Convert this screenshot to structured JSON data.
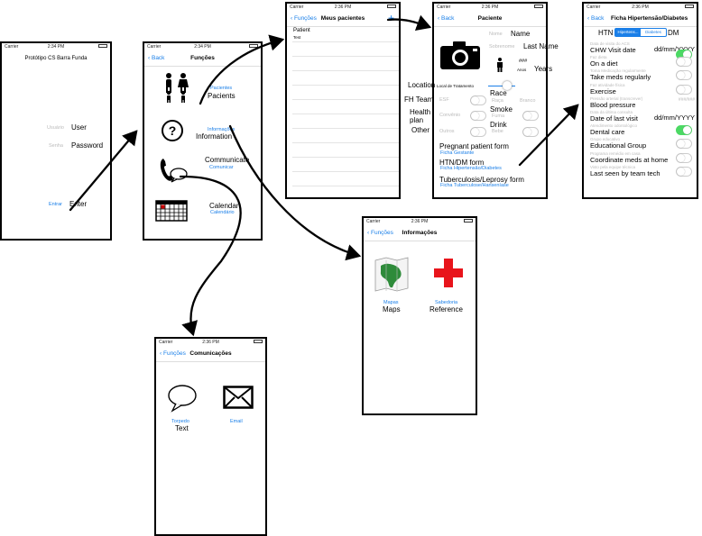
{
  "status": {
    "carrier": "Carrier",
    "time": "2:34 PM",
    "time2": "2:36 PM"
  },
  "s1": {
    "title": "Protótipo CS Barra Funda",
    "user_label": "Usuário",
    "user_note": "User",
    "pass_label": "Senha",
    "pass_note": "Password",
    "enter_button": "Entrar",
    "enter_note": "Enter"
  },
  "s2": {
    "back": "Back",
    "title": "Funções",
    "patients_link": "Pacientes",
    "patients_note": "Pacients",
    "info_link": "Informações",
    "info_note": "Information",
    "comm_link": "Comunicar",
    "comm_note": "Communicate",
    "cal_link": "Calendário",
    "cal_note": "Calendar"
  },
  "s3": {
    "back": "Funções",
    "title": "Meus pacientes",
    "add": "+",
    "patient_name": "Patient",
    "patient_sub": "Test"
  },
  "s4": {
    "back": "Back",
    "title": "Paciente",
    "nome": "Nome",
    "nome_note": "Name",
    "sobrenome": "Sobrenome",
    "sobrenome_note": "Last Name",
    "age_value": "###",
    "age_label": "Anos",
    "age_note": "Years",
    "location_note": "Location",
    "location_label": "Local de Tratamento",
    "fh_note": "FH Team",
    "esf": "ESF",
    "race_note": "Race",
    "raca": "Raça",
    "branco": "Branco",
    "health_note": "Health plan",
    "convenio": "Convênio",
    "smoke_note": "Smoke",
    "fuma": "Fuma",
    "other_note": "Other",
    "outros": "Outros",
    "drink_note": "Drink",
    "bebe": "Bebe",
    "preg_note": "Pregnant patient form",
    "preg_link": "Ficha Gestante",
    "htn_note": "HTN/DM form",
    "htn_link": "Ficha Hipertensão/Diabetes",
    "tb_note": "Tuberculosis/Leprosy form",
    "tb_link": "Ficha Tuberculose/Hanseníase"
  },
  "s5": {
    "back": "Back",
    "title": "Ficha Hipertensão/Diabetes",
    "htn": "HTN",
    "seg1": "Hipertens...",
    "seg2": "Diabetes",
    "dm": "DM",
    "rows": [
      {
        "pt": "Data de visita do ACS",
        "en": "CHW Visit date",
        "extra": "dd/mm/YYYY",
        "toggle": "on"
      },
      {
        "pt": "Faz dieta",
        "en": "On a diet",
        "extra": "",
        "toggle": "off"
      },
      {
        "pt": "Toma Medicação regularmente",
        "en": "Take meds regularly",
        "extra": "",
        "toggle": "off"
      },
      {
        "pt": "Faz atividade física",
        "en": "Exercise",
        "extra": "",
        "toggle": "off"
      },
      {
        "pt": "Pressão arterial (transcrever)",
        "en": "Blood pressure",
        "extra": "###/###",
        "toggle": ""
      },
      {
        "pt": "Data da última consulta",
        "en": "Date of last visit",
        "extra": "dd/mm/YYYY",
        "toggle": ""
      },
      {
        "pt": "Atendimento odontológico",
        "en": "Dental care",
        "extra": "",
        "toggle": "on"
      },
      {
        "pt": "Grupo educativo",
        "en": "Educational Group",
        "extra": "",
        "toggle": "off"
      },
      {
        "pt": "Programa remédio em casa",
        "en": "Coordinate meds at home",
        "extra": "",
        "toggle": "off"
      },
      {
        "pt": "Visto pela equipe técnica",
        "en": "Last seen by team tech",
        "extra": "",
        "toggle": "off"
      }
    ]
  },
  "s6": {
    "back": "Funções",
    "title": "Informações",
    "maps_link": "Mapas",
    "maps_note": "Maps",
    "ref_link": "Sabedoria",
    "ref_note": "Reference"
  },
  "s7": {
    "back": "Funções",
    "title": "Comunicações",
    "text_link": "Torpedo",
    "text_note": "Text",
    "email_link": "Email"
  },
  "colors": {
    "accent": "#1a7fe8",
    "toggle_on": "#4cd964",
    "red_cross": "#e8141b",
    "map_green": "#2e8b3a"
  }
}
